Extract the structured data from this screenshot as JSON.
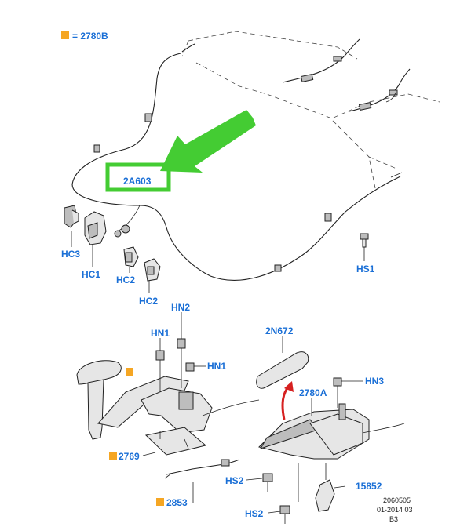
{
  "legend": {
    "symbol_color": "#f5a623",
    "text": "= 2780B"
  },
  "highlight": {
    "label": "2A603",
    "box_color": "#44cc33",
    "arrow_color": "#44cc33"
  },
  "labels": {
    "hc3": "HC3",
    "hc1": "HC1",
    "hc2a": "HC2",
    "hc2b": "HC2",
    "hs1": "HS1",
    "hn2": "HN2",
    "hn1a": "HN1",
    "hn1b": "HN1",
    "n2n672": "2N672",
    "hn3": "HN3",
    "n2780a": "2780A",
    "n2769": "2769",
    "hs2a": "HS2",
    "n15852": "15852",
    "n2853": "2853",
    "hs2b": "HS2"
  },
  "footer": {
    "line1": "2060505",
    "line2": "01-2014 03",
    "line3": "B3"
  },
  "colors": {
    "label_blue": "#1a6fd6",
    "marker_orange": "#f5a623",
    "red_arrow": "#d62020"
  }
}
